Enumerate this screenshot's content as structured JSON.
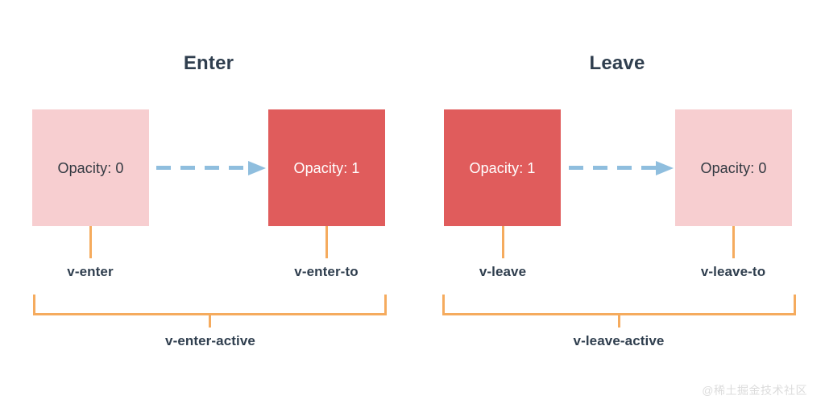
{
  "diagram": {
    "title_enter": "Enter",
    "title_leave": "Leave",
    "watermark": "@稀土掘金技术社区",
    "colors": {
      "faded_box": "#f7ced0",
      "solid_box": "#e05c5c",
      "arrow": "#8fbede",
      "bracket": "#f5ab5e",
      "text_dark": "#2f3e4e",
      "text_on_solid": "#ffffff",
      "background": "#ffffff",
      "watermark": "#dcdcdc"
    },
    "enter": {
      "title": "Enter",
      "from_box": {
        "label": "Opacity: 0",
        "state": "faded",
        "class_name": "v-enter"
      },
      "to_box": {
        "label": "Opacity: 1",
        "state": "solid",
        "class_name": "v-enter-to"
      },
      "active_label": "v-enter-active",
      "arrow": "dashed-arrow-right"
    },
    "leave": {
      "title": "Leave",
      "from_box": {
        "label": "Opacity: 1",
        "state": "solid",
        "class_name": "v-leave"
      },
      "to_box": {
        "label": "Opacity: 0",
        "state": "faded",
        "class_name": "v-leave-to"
      },
      "active_label": "v-leave-active",
      "arrow": "dashed-arrow-right"
    }
  }
}
